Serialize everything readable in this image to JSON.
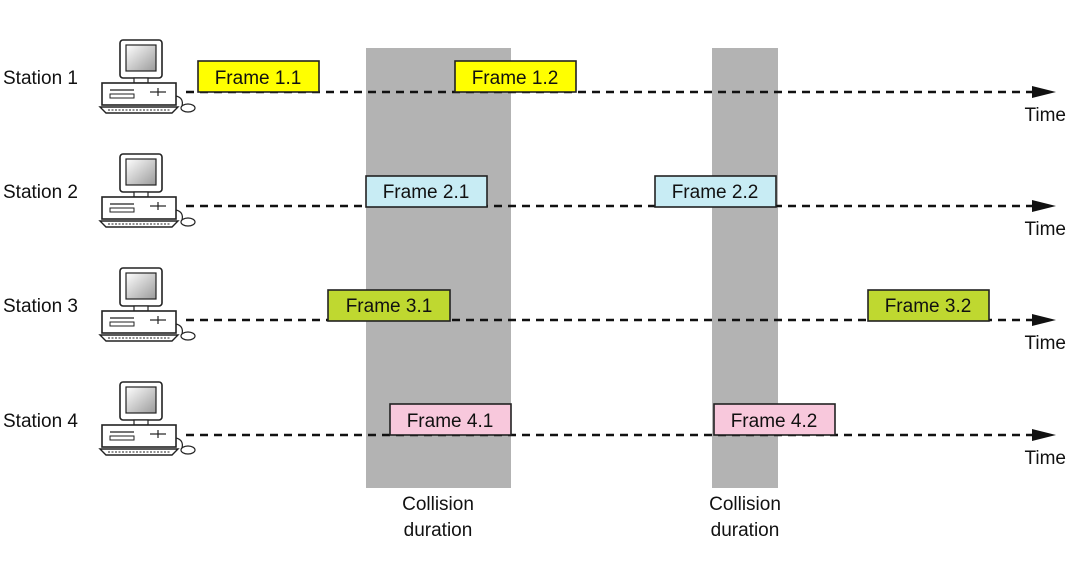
{
  "stations": [
    {
      "label": "Station 1",
      "frames": [
        "Frame 1.1",
        "Frame 1.2"
      ],
      "frame_color": "#ffff00",
      "axis_label": "Time"
    },
    {
      "label": "Station 2",
      "frames": [
        "Frame 2.1",
        "Frame 2.2"
      ],
      "frame_color": "#c8ecf4",
      "axis_label": "Time"
    },
    {
      "label": "Station 3",
      "frames": [
        "Frame 3.1",
        "Frame 3.2"
      ],
      "frame_color": "#bfd830",
      "axis_label": "Time"
    },
    {
      "label": "Station 4",
      "frames": [
        "Frame 4.1",
        "Frame 4.2"
      ],
      "frame_color": "#f8c8dc",
      "axis_label": "Time"
    }
  ],
  "collisions": [
    {
      "label_line1": "Collision",
      "label_line2": "duration"
    },
    {
      "label_line1": "Collision",
      "label_line2": "duration"
    }
  ],
  "collision_color": "#b3b3b3",
  "icon": "computer-icon"
}
